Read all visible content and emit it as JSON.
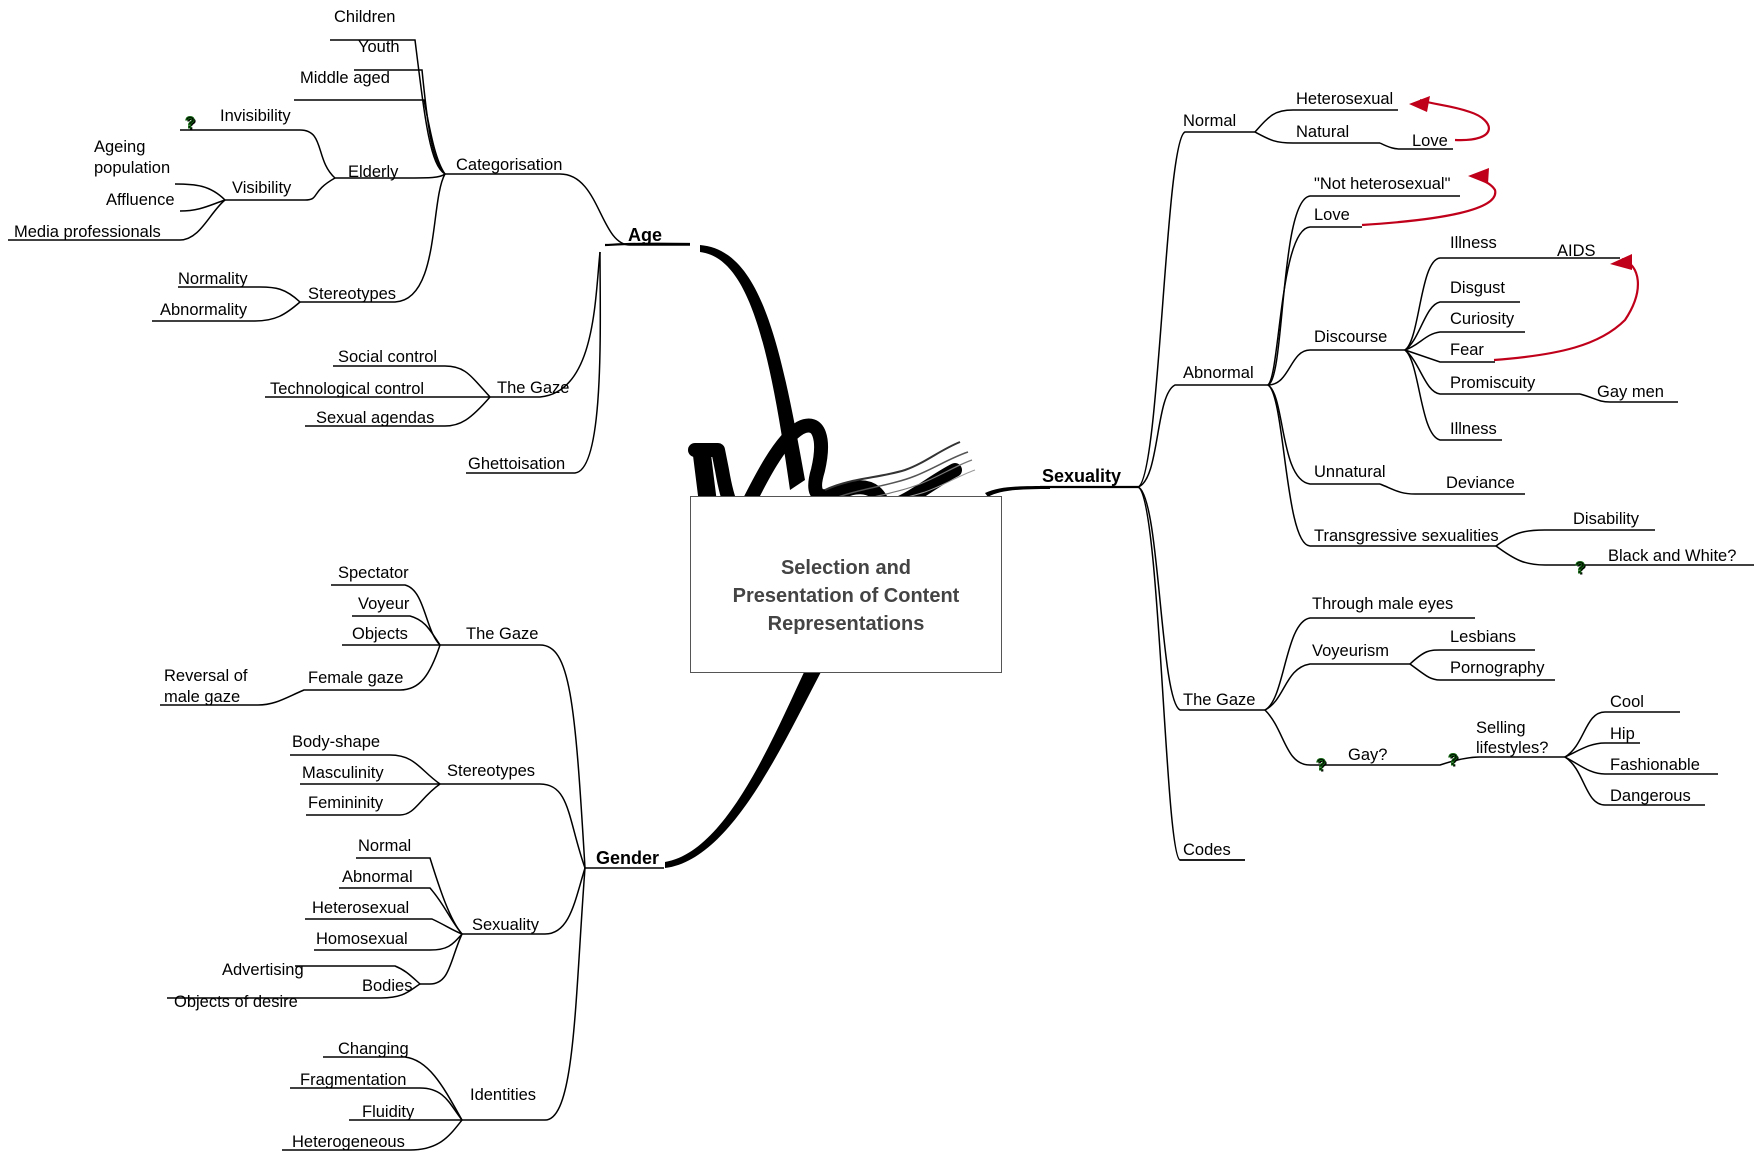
{
  "center": {
    "title": "Selection and\nPresentation of Content\nRepresentations"
  },
  "colors": {
    "line": "#000000",
    "arrow": "#c0001a",
    "question_icon": "#22cc22"
  },
  "icons": {
    "question": "question-mark-icon",
    "scribble": "brush-scribble-icon"
  },
  "branches": {
    "age": {
      "label": "Age",
      "categorisation": {
        "label": "Categorisation",
        "children": "Children",
        "youth": "Youth",
        "middle_aged": "Middle aged",
        "elderly": {
          "label": "Elderly",
          "invisibility": "Invisibility",
          "visibility": {
            "label": "Visibility",
            "ageing_1": "Ageing",
            "ageing_2": "population",
            "affluence": "Affluence",
            "media": "Media professionals"
          }
        },
        "stereotypes": {
          "label": "Stereotypes",
          "normality": "Normality",
          "abnormality": "Abnormality"
        }
      },
      "gaze": {
        "label": "The Gaze",
        "social": "Social control",
        "tech": "Technological control",
        "sexual": "Sexual agendas"
      },
      "ghettoisation": "Ghettoisation"
    },
    "gender": {
      "label": "Gender",
      "gaze": {
        "label": "The Gaze",
        "spectator": "Spectator",
        "voyeur": "Voyeur",
        "objects": "Objects",
        "female_gaze": "Female gaze",
        "reversal_1": "Reversal of",
        "reversal_2": "male gaze"
      },
      "stereotypes": {
        "label": "Stereotypes",
        "body_shape": "Body-shape",
        "masculinity": "Masculinity",
        "femininity": "Femininity"
      },
      "sexuality": {
        "label": "Sexuality",
        "normal": "Normal",
        "abnormal": "Abnormal",
        "hetero": "Heterosexual",
        "homo": "Homosexual"
      },
      "bodies": {
        "label": "Bodies",
        "advertising": "Advertising",
        "objects_desire": "Objects of desire"
      },
      "identities": {
        "label": "Identities",
        "changing": "Changing",
        "fragmentation": "Fragmentation",
        "fluidity": "Fluidity",
        "heterogeneous": "Heterogeneous"
      }
    },
    "sexuality": {
      "label": "Sexuality",
      "normal": {
        "label": "Normal",
        "hetero": "Heterosexual",
        "natural": "Natural",
        "love": "Love"
      },
      "abnormal": {
        "label": "Abnormal",
        "not_hetero": "\"Not heterosexual\"",
        "love": "Love",
        "discourse": {
          "label": "Discourse",
          "illness": "Illness",
          "aids": "AIDS",
          "disgust": "Disgust",
          "curiosity": "Curiosity",
          "fear": "Fear",
          "promiscuity": "Promiscuity",
          "gay_men": "Gay men",
          "illness2": "Illness"
        },
        "unnatural": "Unnatural",
        "deviance": "Deviance",
        "transgressive": "Transgressive sexualities",
        "disability": "Disability",
        "black_white": "Black and White?"
      },
      "gaze": {
        "label": "The Gaze",
        "male_eyes": "Through male eyes",
        "voyeurism": "Voyeurism",
        "lesbians": "Lesbians",
        "pornography": "Pornography",
        "gay": "Gay?",
        "selling_1": "Selling",
        "selling_2": "lifestyles?",
        "cool": "Cool",
        "hip": "Hip",
        "fashionable": "Fashionable",
        "dangerous": "Dangerous"
      },
      "codes": "Codes"
    }
  }
}
